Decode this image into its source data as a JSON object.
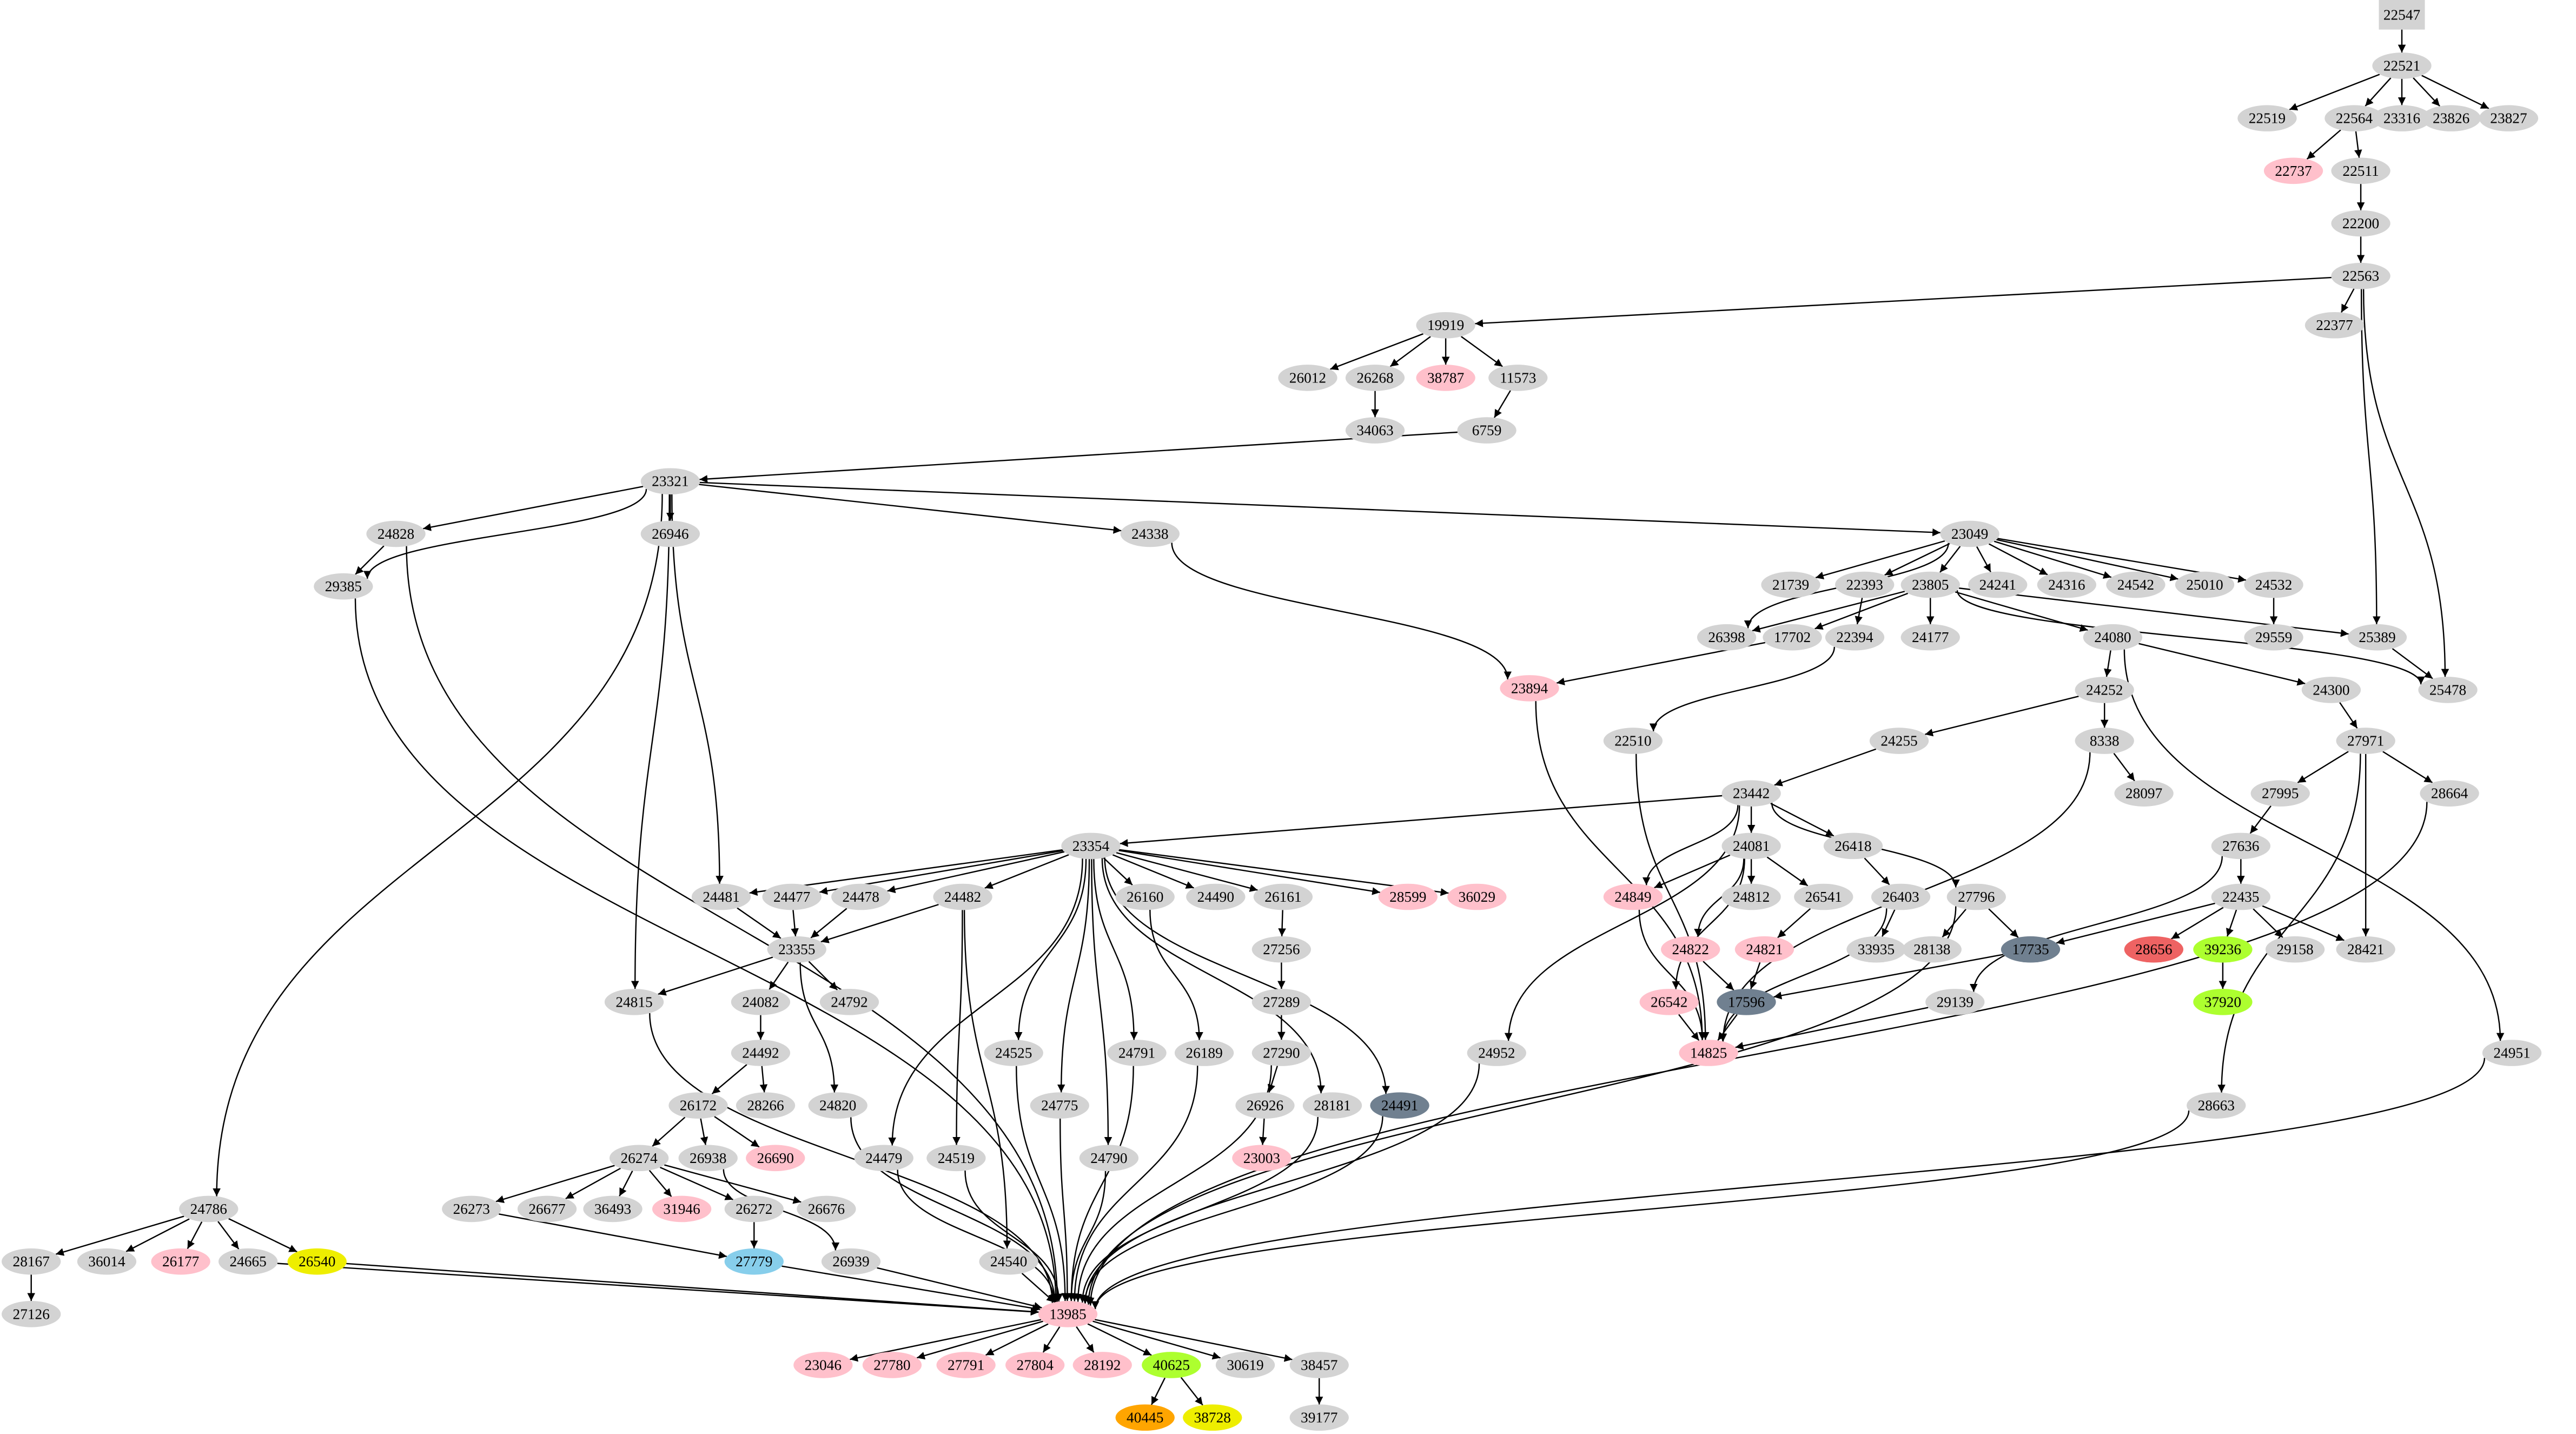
{
  "graph": {
    "type": "directed-graph",
    "default_fill": "#d3d3d3",
    "colors": {
      "gray": "#d3d3d3",
      "pink": "#ffc0cb",
      "slate": "#708090",
      "sky": "#87ceeb",
      "yellow": "#eeee00",
      "lime": "#adff2f",
      "orange": "#ffa500",
      "red": "#ee6363"
    },
    "nodes": [
      {
        "id": "22547",
        "shape": "box",
        "color": "gray"
      },
      {
        "id": "22521",
        "color": "gray"
      },
      {
        "id": "22519",
        "color": "gray"
      },
      {
        "id": "22564",
        "color": "gray"
      },
      {
        "id": "23316",
        "color": "gray"
      },
      {
        "id": "23826",
        "color": "gray"
      },
      {
        "id": "23827",
        "color": "gray"
      },
      {
        "id": "22737",
        "color": "pink"
      },
      {
        "id": "22511",
        "color": "gray"
      },
      {
        "id": "22200",
        "color": "gray"
      },
      {
        "id": "22563",
        "color": "gray"
      },
      {
        "id": "22377",
        "color": "gray"
      },
      {
        "id": "19919",
        "color": "gray"
      },
      {
        "id": "26012",
        "color": "gray"
      },
      {
        "id": "26268",
        "color": "gray"
      },
      {
        "id": "38787",
        "color": "pink"
      },
      {
        "id": "11573",
        "color": "gray"
      },
      {
        "id": "34063",
        "color": "gray"
      },
      {
        "id": "6759",
        "color": "gray"
      },
      {
        "id": "23321",
        "color": "gray"
      },
      {
        "id": "24828",
        "color": "gray"
      },
      {
        "id": "26946",
        "color": "gray"
      },
      {
        "id": "24338",
        "color": "gray"
      },
      {
        "id": "29385",
        "color": "gray"
      },
      {
        "id": "23049",
        "color": "gray"
      },
      {
        "id": "21739",
        "color": "gray"
      },
      {
        "id": "22393",
        "color": "gray"
      },
      {
        "id": "23805",
        "color": "gray"
      },
      {
        "id": "24241",
        "color": "gray"
      },
      {
        "id": "24316",
        "color": "gray"
      },
      {
        "id": "24542",
        "color": "gray"
      },
      {
        "id": "25010",
        "color": "gray"
      },
      {
        "id": "24532",
        "color": "gray"
      },
      {
        "id": "26398",
        "color": "gray"
      },
      {
        "id": "17702",
        "color": "gray"
      },
      {
        "id": "22394",
        "color": "gray"
      },
      {
        "id": "24177",
        "color": "gray"
      },
      {
        "id": "24080",
        "color": "gray"
      },
      {
        "id": "29559",
        "color": "gray"
      },
      {
        "id": "25389",
        "color": "gray"
      },
      {
        "id": "25478",
        "color": "gray"
      },
      {
        "id": "23894",
        "color": "pink"
      },
      {
        "id": "24252",
        "color": "gray"
      },
      {
        "id": "24300",
        "color": "gray"
      },
      {
        "id": "22510",
        "color": "gray"
      },
      {
        "id": "24255",
        "color": "gray"
      },
      {
        "id": "8338",
        "color": "gray"
      },
      {
        "id": "27971",
        "color": "gray"
      },
      {
        "id": "23442",
        "color": "gray"
      },
      {
        "id": "28097",
        "color": "gray"
      },
      {
        "id": "27995",
        "color": "gray"
      },
      {
        "id": "28664",
        "color": "gray"
      },
      {
        "id": "23354",
        "color": "gray"
      },
      {
        "id": "24081",
        "color": "gray"
      },
      {
        "id": "26418",
        "color": "gray"
      },
      {
        "id": "27636",
        "color": "gray"
      },
      {
        "id": "24481",
        "color": "gray"
      },
      {
        "id": "24477",
        "color": "gray"
      },
      {
        "id": "24478",
        "color": "gray"
      },
      {
        "id": "24482",
        "color": "gray"
      },
      {
        "id": "26160",
        "color": "gray"
      },
      {
        "id": "24490",
        "color": "gray"
      },
      {
        "id": "26161",
        "color": "gray"
      },
      {
        "id": "28599",
        "color": "pink"
      },
      {
        "id": "36029",
        "color": "pink"
      },
      {
        "id": "24849",
        "color": "pink"
      },
      {
        "id": "24812",
        "color": "gray"
      },
      {
        "id": "26541",
        "color": "gray"
      },
      {
        "id": "26403",
        "color": "gray"
      },
      {
        "id": "27796",
        "color": "gray"
      },
      {
        "id": "22435",
        "color": "gray"
      },
      {
        "id": "23355",
        "color": "gray"
      },
      {
        "id": "27256",
        "color": "gray"
      },
      {
        "id": "24822",
        "color": "pink"
      },
      {
        "id": "24821",
        "color": "pink"
      },
      {
        "id": "33935",
        "color": "gray"
      },
      {
        "id": "28138",
        "color": "gray"
      },
      {
        "id": "17735",
        "color": "slate"
      },
      {
        "id": "28656",
        "color": "red"
      },
      {
        "id": "39236",
        "color": "lime"
      },
      {
        "id": "29158",
        "color": "gray"
      },
      {
        "id": "28421",
        "color": "gray"
      },
      {
        "id": "24815",
        "color": "gray"
      },
      {
        "id": "24082",
        "color": "gray"
      },
      {
        "id": "24792",
        "color": "gray"
      },
      {
        "id": "27289",
        "color": "gray"
      },
      {
        "id": "26542",
        "color": "pink"
      },
      {
        "id": "17596",
        "color": "slate"
      },
      {
        "id": "29139",
        "color": "gray"
      },
      {
        "id": "37920",
        "color": "lime"
      },
      {
        "id": "24492",
        "color": "gray"
      },
      {
        "id": "24525",
        "color": "gray"
      },
      {
        "id": "24791",
        "color": "gray"
      },
      {
        "id": "26189",
        "color": "gray"
      },
      {
        "id": "27290",
        "color": "gray"
      },
      {
        "id": "14825",
        "color": "pink"
      },
      {
        "id": "24952",
        "color": "gray"
      },
      {
        "id": "24951",
        "color": "gray"
      },
      {
        "id": "26172",
        "color": "gray"
      },
      {
        "id": "28266",
        "color": "gray"
      },
      {
        "id": "24820",
        "color": "gray"
      },
      {
        "id": "24775",
        "color": "gray"
      },
      {
        "id": "26926",
        "color": "gray"
      },
      {
        "id": "28181",
        "color": "gray"
      },
      {
        "id": "24491",
        "color": "slate"
      },
      {
        "id": "28663",
        "color": "gray"
      },
      {
        "id": "26274",
        "color": "gray"
      },
      {
        "id": "26938",
        "color": "gray"
      },
      {
        "id": "26690",
        "color": "pink"
      },
      {
        "id": "24479",
        "color": "gray"
      },
      {
        "id": "24519",
        "color": "gray"
      },
      {
        "id": "24790",
        "color": "gray"
      },
      {
        "id": "23003",
        "color": "pink"
      },
      {
        "id": "24786",
        "color": "gray"
      },
      {
        "id": "26273",
        "color": "gray"
      },
      {
        "id": "26677",
        "color": "gray"
      },
      {
        "id": "36493",
        "color": "gray"
      },
      {
        "id": "31946",
        "color": "pink"
      },
      {
        "id": "26272",
        "color": "gray"
      },
      {
        "id": "26676",
        "color": "gray"
      },
      {
        "id": "28167",
        "color": "gray"
      },
      {
        "id": "36014",
        "color": "gray"
      },
      {
        "id": "26177",
        "color": "pink"
      },
      {
        "id": "24665",
        "color": "gray"
      },
      {
        "id": "26540",
        "color": "yellow"
      },
      {
        "id": "27779",
        "color": "sky"
      },
      {
        "id": "26939",
        "color": "gray"
      },
      {
        "id": "24540",
        "color": "gray"
      },
      {
        "id": "27126",
        "color": "gray"
      },
      {
        "id": "13985",
        "color": "pink"
      },
      {
        "id": "23046",
        "color": "pink"
      },
      {
        "id": "27780",
        "color": "pink"
      },
      {
        "id": "27791",
        "color": "pink"
      },
      {
        "id": "27804",
        "color": "pink"
      },
      {
        "id": "28192",
        "color": "pink"
      },
      {
        "id": "40625",
        "color": "lime"
      },
      {
        "id": "30619",
        "color": "gray"
      },
      {
        "id": "38457",
        "color": "gray"
      },
      {
        "id": "40445",
        "color": "orange"
      },
      {
        "id": "38728",
        "color": "yellow"
      },
      {
        "id": "39177",
        "color": "gray"
      }
    ],
    "edges": [
      [
        "22547",
        "22521"
      ],
      [
        "22521",
        "22519"
      ],
      [
        "22521",
        "22564"
      ],
      [
        "22521",
        "23316"
      ],
      [
        "22521",
        "23826"
      ],
      [
        "22521",
        "23827"
      ],
      [
        "22564",
        "22737"
      ],
      [
        "22564",
        "22511"
      ],
      [
        "22511",
        "22200"
      ],
      [
        "22200",
        "22563"
      ],
      [
        "22563",
        "19919"
      ],
      [
        "22563",
        "22377"
      ],
      [
        "22563",
        "25389"
      ],
      [
        "22563",
        "25478"
      ],
      [
        "19919",
        "26012"
      ],
      [
        "19919",
        "26268"
      ],
      [
        "19919",
        "38787"
      ],
      [
        "19919",
        "11573"
      ],
      [
        "26268",
        "34063"
      ],
      [
        "11573",
        "6759"
      ],
      [
        "6759",
        "23321"
      ],
      [
        "23321",
        "29385"
      ],
      [
        "23321",
        "24828"
      ],
      [
        "23321",
        "26946"
      ],
      [
        "23321",
        "24338"
      ],
      [
        "23321",
        "23049"
      ],
      [
        "23321",
        "24815"
      ],
      [
        "23321",
        "24481"
      ],
      [
        "23321",
        "24786"
      ],
      [
        "24828",
        "29385"
      ],
      [
        "24828",
        "13985"
      ],
      [
        "29385",
        "13985"
      ],
      [
        "24338",
        "23894"
      ],
      [
        "23049",
        "26398"
      ],
      [
        "23049",
        "21739"
      ],
      [
        "23049",
        "22393"
      ],
      [
        "23049",
        "23805"
      ],
      [
        "23049",
        "24241"
      ],
      [
        "23049",
        "24316"
      ],
      [
        "23049",
        "24542"
      ],
      [
        "23049",
        "25010"
      ],
      [
        "23049",
        "24532"
      ],
      [
        "22393",
        "22394"
      ],
      [
        "24532",
        "29559"
      ],
      [
        "23805",
        "26398"
      ],
      [
        "23805",
        "17702"
      ],
      [
        "23805",
        "24177"
      ],
      [
        "23805",
        "24080"
      ],
      [
        "23805",
        "25389"
      ],
      [
        "23805",
        "25478"
      ],
      [
        "17702",
        "23894"
      ],
      [
        "22394",
        "22510"
      ],
      [
        "25389",
        "25478"
      ],
      [
        "24080",
        "24252"
      ],
      [
        "24080",
        "24300"
      ],
      [
        "24080",
        "24951"
      ],
      [
        "24252",
        "24255"
      ],
      [
        "24252",
        "8338"
      ],
      [
        "24300",
        "27971"
      ],
      [
        "23894",
        "14825"
      ],
      [
        "22510",
        "14825"
      ],
      [
        "24255",
        "23442"
      ],
      [
        "8338",
        "28097"
      ],
      [
        "8338",
        "14825"
      ],
      [
        "27971",
        "27995"
      ],
      [
        "27971",
        "28664"
      ],
      [
        "27971",
        "28421"
      ],
      [
        "27971",
        "28663"
      ],
      [
        "27995",
        "27636"
      ],
      [
        "27636",
        "22435"
      ],
      [
        "27636",
        "29139"
      ],
      [
        "22435",
        "17735"
      ],
      [
        "22435",
        "28656"
      ],
      [
        "22435",
        "39236"
      ],
      [
        "22435",
        "29158"
      ],
      [
        "22435",
        "28421"
      ],
      [
        "39236",
        "37920"
      ],
      [
        "23442",
        "23354"
      ],
      [
        "23442",
        "24849"
      ],
      [
        "23442",
        "24081"
      ],
      [
        "23442",
        "26418"
      ],
      [
        "23442",
        "27796"
      ],
      [
        "23442",
        "24952"
      ],
      [
        "24081",
        "24849"
      ],
      [
        "24081",
        "24812"
      ],
      [
        "24081",
        "26541"
      ],
      [
        "24081",
        "24822"
      ],
      [
        "24081",
        "26542"
      ],
      [
        "26418",
        "26403"
      ],
      [
        "26541",
        "24821"
      ],
      [
        "26403",
        "33935"
      ],
      [
        "26403",
        "14825"
      ],
      [
        "27796",
        "28138"
      ],
      [
        "27796",
        "17735"
      ],
      [
        "27796",
        "13985"
      ],
      [
        "24822",
        "17596"
      ],
      [
        "24821",
        "17596"
      ],
      [
        "17735",
        "17596"
      ],
      [
        "24849",
        "14825"
      ],
      [
        "26542",
        "14825"
      ],
      [
        "17596",
        "14825"
      ],
      [
        "29139",
        "14825"
      ],
      [
        "23354",
        "24481"
      ],
      [
        "23354",
        "24477"
      ],
      [
        "23354",
        "24478"
      ],
      [
        "23354",
        "24482"
      ],
      [
        "23354",
        "26160"
      ],
      [
        "23354",
        "24490"
      ],
      [
        "23354",
        "26161"
      ],
      [
        "23354",
        "28599"
      ],
      [
        "23354",
        "36029"
      ],
      [
        "23354",
        "24479"
      ],
      [
        "23354",
        "24525"
      ],
      [
        "23354",
        "24775"
      ],
      [
        "23354",
        "24790"
      ],
      [
        "23354",
        "24791"
      ],
      [
        "23354",
        "28181"
      ],
      [
        "23354",
        "24491"
      ],
      [
        "24481",
        "23355"
      ],
      [
        "24477",
        "23355"
      ],
      [
        "24478",
        "23355"
      ],
      [
        "24482",
        "23355"
      ],
      [
        "24482",
        "24519"
      ],
      [
        "24482",
        "24540"
      ],
      [
        "23355",
        "24815"
      ],
      [
        "23355",
        "24082"
      ],
      [
        "23355",
        "24792"
      ],
      [
        "23355",
        "24820"
      ],
      [
        "26160",
        "26189"
      ],
      [
        "26161",
        "27256"
      ],
      [
        "27256",
        "27289"
      ],
      [
        "27289",
        "27290"
      ],
      [
        "27290",
        "26926"
      ],
      [
        "27290",
        "13985"
      ],
      [
        "26926",
        "23003"
      ],
      [
        "24082",
        "24492"
      ],
      [
        "24492",
        "26172"
      ],
      [
        "24492",
        "28266"
      ],
      [
        "26172",
        "26274"
      ],
      [
        "26172",
        "26938"
      ],
      [
        "26172",
        "26690"
      ],
      [
        "26274",
        "26273"
      ],
      [
        "26274",
        "26677"
      ],
      [
        "26274",
        "36493"
      ],
      [
        "26274",
        "31946"
      ],
      [
        "26274",
        "26272"
      ],
      [
        "26274",
        "26676"
      ],
      [
        "26938",
        "26939"
      ],
      [
        "26272",
        "27779"
      ],
      [
        "26273",
        "27779"
      ],
      [
        "24815",
        "13985"
      ],
      [
        "24820",
        "13985"
      ],
      [
        "24525",
        "13985"
      ],
      [
        "24791",
        "13985"
      ],
      [
        "26189",
        "13985"
      ],
      [
        "24775",
        "13985"
      ],
      [
        "24790",
        "13985"
      ],
      [
        "24479",
        "13985"
      ],
      [
        "24519",
        "13985"
      ],
      [
        "24540",
        "13985"
      ],
      [
        "28181",
        "13985"
      ],
      [
        "24491",
        "13985"
      ],
      [
        "24952",
        "13985"
      ],
      [
        "28663",
        "13985"
      ],
      [
        "28664",
        "13985"
      ],
      [
        "24951",
        "13985"
      ],
      [
        "27779",
        "13985"
      ],
      [
        "26939",
        "13985"
      ],
      [
        "24665",
        "13985"
      ],
      [
        "26540",
        "13985"
      ],
      [
        "24786",
        "28167"
      ],
      [
        "24786",
        "36014"
      ],
      [
        "24786",
        "26177"
      ],
      [
        "24786",
        "24665"
      ],
      [
        "24786",
        "26540"
      ],
      [
        "28167",
        "27126"
      ],
      [
        "13985",
        "23046"
      ],
      [
        "13985",
        "27780"
      ],
      [
        "13985",
        "27791"
      ],
      [
        "13985",
        "27804"
      ],
      [
        "13985",
        "28192"
      ],
      [
        "13985",
        "40625"
      ],
      [
        "13985",
        "30619"
      ],
      [
        "13985",
        "38457"
      ],
      [
        "40625",
        "40445"
      ],
      [
        "40625",
        "38728"
      ],
      [
        "38457",
        "39177"
      ]
    ]
  }
}
